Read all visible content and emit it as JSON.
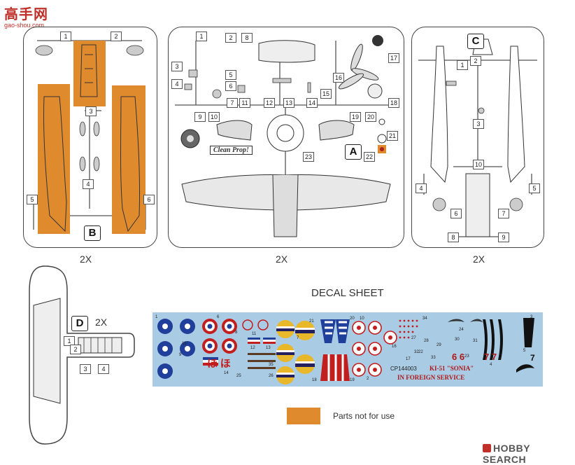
{
  "watermark_top": {
    "chars": "高手网",
    "url": "gao-shou.com"
  },
  "watermark_bottom": {
    "brand": "HOBBY SEARCH"
  },
  "sprues": {
    "B": {
      "letter": "B",
      "count": "2X",
      "numbers": [
        "1",
        "2",
        "3",
        "4",
        "5",
        "6"
      ]
    },
    "A": {
      "letter": "A",
      "count": "2X",
      "numbers": [
        "1",
        "2",
        "3",
        "4",
        "5",
        "6",
        "7",
        "8",
        "9",
        "10",
        "11",
        "12",
        "13",
        "14",
        "15",
        "16",
        "17",
        "18",
        "19",
        "20",
        "21",
        "22",
        "23"
      ],
      "banner": "Clean Prop!"
    },
    "C": {
      "letter": "C",
      "count": "2X",
      "numbers": [
        "1",
        "2",
        "3",
        "4",
        "5",
        "6",
        "7",
        "8",
        "9",
        "10"
      ]
    },
    "D": {
      "letter": "D",
      "count": "2X",
      "numbers": [
        "1",
        "2",
        "3",
        "4"
      ]
    }
  },
  "decal_sheet": {
    "title": "DECAL SHEET",
    "code": "CP144003",
    "model": "KI-51 \"SONIA\"",
    "slogan": "IN FOREIGN SERVICE",
    "kana": "ほ ほ",
    "numbers": [
      "1",
      "2",
      "3",
      "4",
      "5",
      "6",
      "7",
      "8",
      "9",
      "10",
      "11",
      "12",
      "13",
      "14",
      "15",
      "16",
      "17",
      "18",
      "19",
      "20",
      "21",
      "22",
      "23",
      "24",
      "25",
      "26",
      "27",
      "28",
      "29",
      "30",
      "31",
      "32",
      "33",
      "34",
      "35"
    ],
    "big_marks": [
      "6 6",
      "7 7",
      "7"
    ]
  },
  "legend": {
    "label": "Parts not for use",
    "color": "#e08a2e"
  }
}
